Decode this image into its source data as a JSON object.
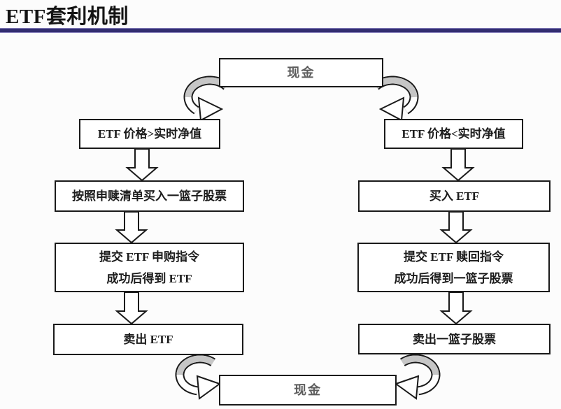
{
  "title": "ETF套利机制",
  "accent_color": "#332e71",
  "nodes": {
    "cash_top": {
      "label": "现金"
    },
    "left": [
      {
        "label": "ETF 价格>实时净值"
      },
      {
        "label": "按照申赎清单买入一篮子股票"
      },
      {
        "lines": [
          "提交 ETF 申购指令",
          "成功后得到 ETF"
        ]
      },
      {
        "label": "卖出 ETF"
      }
    ],
    "right": [
      {
        "label": "ETF 价格<实时净值"
      },
      {
        "label": "买入 ETF"
      },
      {
        "lines": [
          "提交 ETF 赎回指令",
          "成功后得到一篮子股票"
        ]
      },
      {
        "label": "卖出一篮子股票"
      }
    ],
    "cash_bottom": {
      "label": "现金"
    }
  }
}
